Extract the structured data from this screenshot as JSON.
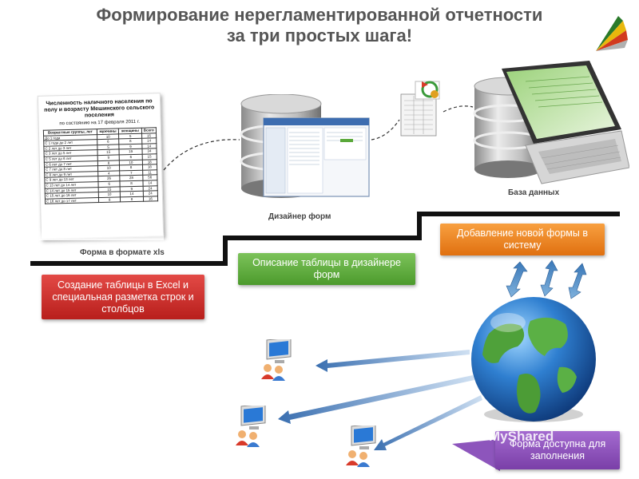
{
  "title_line1": "Формирование нерегламентированной отчетности",
  "title_line2": "за три простых шага!",
  "sheet": {
    "title": "Численность наличного населения по полу и возрасту Мешинского сельского поселения",
    "subtitle": "по состоянию на 17 февраля 2011 г.",
    "headers": [
      "Возрастные группы, лет",
      "мужчины",
      "женщины",
      "Всего"
    ],
    "rows": [
      [
        "До 1 года",
        "10",
        "5",
        "15"
      ],
      [
        "С 1 года до 2 лет",
        "6",
        "8",
        "14"
      ],
      [
        "С 2 лет до 3 лет",
        "5",
        "9",
        "14"
      ],
      [
        "С 3 лет до 5 лет",
        "15",
        "19",
        "34"
      ],
      [
        "С 5 лет до 6 лет",
        "9",
        "6",
        "15"
      ],
      [
        "С 6 лет до 7 лет",
        "8",
        "10",
        "18"
      ],
      [
        "С 7 лет до 8 лет",
        "10",
        "8",
        "18"
      ],
      [
        "С 8 лет до 9 лет",
        "4",
        "7",
        "11"
      ],
      [
        "С 9 лет до 13 лет",
        "26",
        "28",
        "56"
      ],
      [
        "С 13 лет до 14 лет",
        "6",
        "8",
        "14"
      ],
      [
        "С 14 лет до 15 лет",
        "15",
        "9",
        "24"
      ],
      [
        "С 15 лет до 16 лет",
        "10",
        "14",
        "24"
      ],
      [
        "С 16 лет до 17 лет",
        "8",
        "8",
        "16"
      ]
    ]
  },
  "captions": {
    "xls": "Форма в формате xls",
    "designer": "Дизайнер форм",
    "database": "База данных"
  },
  "steps": {
    "step1": "Создание таблицы в Excel и специальная разметка строк и столбцов",
    "step2": "Описание таблицы в дизайнере форм",
    "step3": "Добавление новой формы в систему",
    "step4": "Форма доступна для заполнения"
  },
  "watermark": "MyShared",
  "colors": {
    "step1": "#c82a26",
    "step2": "#5aa83a",
    "step3": "#f08a24",
    "step4": "#8d55bc",
    "arrow": "#3a6fb0"
  }
}
